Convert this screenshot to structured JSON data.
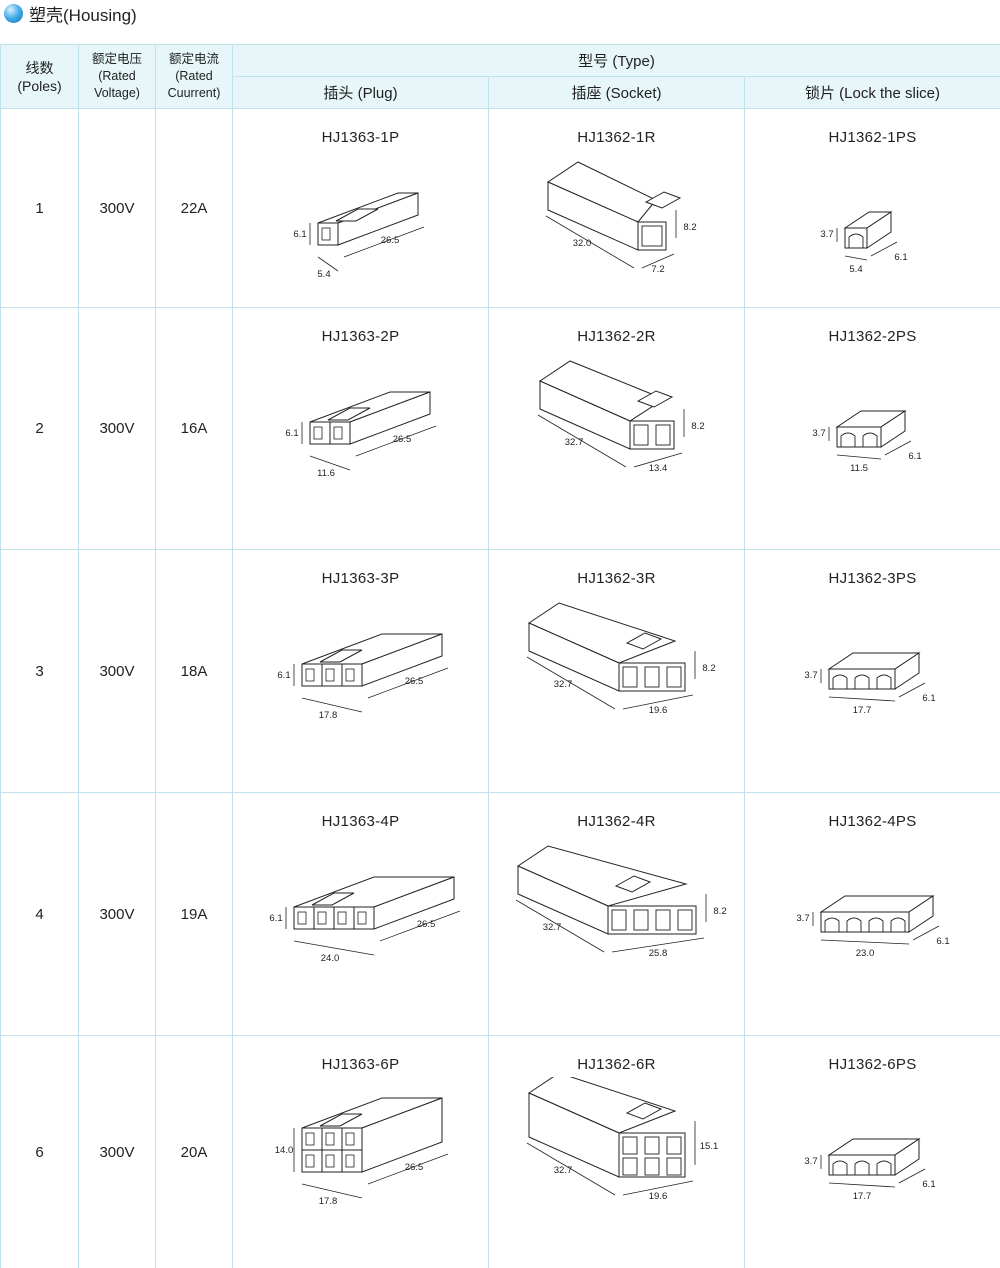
{
  "title": "塑壳(Housing)",
  "headers": {
    "poles": [
      "线数",
      "(Poles)"
    ],
    "voltage": [
      "额定电压",
      "(Rated",
      "Voltage)"
    ],
    "current": [
      "额定电流",
      "(Rated",
      "Cuurrent)"
    ],
    "type": "型号 (Type)",
    "plug": "插头 (Plug)",
    "socket": "插座 (Socket)",
    "lock": "锁片 (Lock the slice)"
  },
  "rows": [
    {
      "poles": "1",
      "voltage": "300V",
      "current": "22A",
      "plug": {
        "model": "HJ1363-1P",
        "dims": [
          "6.1",
          "5.4",
          "26.5"
        ]
      },
      "socket": {
        "model": "HJ1362-1R",
        "dims": [
          "8.2",
          "32.0",
          "7.2"
        ]
      },
      "lock": {
        "model": "HJ1362-1PS",
        "dims": [
          "3.7",
          "5.4",
          "6.1"
        ]
      }
    },
    {
      "poles": "2",
      "voltage": "300V",
      "current": "16A",
      "plug": {
        "model": "HJ1363-2P",
        "dims": [
          "6.1",
          "11.6",
          "26.5"
        ]
      },
      "socket": {
        "model": "HJ1362-2R",
        "dims": [
          "8.2",
          "32.7",
          "13.4"
        ]
      },
      "lock": {
        "model": "HJ1362-2PS",
        "dims": [
          "3.7",
          "11.5",
          "6.1"
        ]
      }
    },
    {
      "poles": "3",
      "voltage": "300V",
      "current": "18A",
      "plug": {
        "model": "HJ1363-3P",
        "dims": [
          "6.1",
          "17.8",
          "26.5"
        ]
      },
      "socket": {
        "model": "HJ1362-3R",
        "dims": [
          "8.2",
          "32.7",
          "19.6"
        ]
      },
      "lock": {
        "model": "HJ1362-3PS",
        "dims": [
          "3.7",
          "17.7",
          "6.1"
        ]
      }
    },
    {
      "poles": "4",
      "voltage": "300V",
      "current": "19A",
      "plug": {
        "model": "HJ1363-4P",
        "dims": [
          "6.1",
          "24.0",
          "26.5"
        ]
      },
      "socket": {
        "model": "HJ1362-4R",
        "dims": [
          "8.2",
          "32.7",
          "25.8"
        ]
      },
      "lock": {
        "model": "HJ1362-4PS",
        "dims": [
          "3.7",
          "23.0",
          "6.1"
        ]
      }
    },
    {
      "poles": "6",
      "voltage": "300V",
      "current": "20A",
      "plug": {
        "model": "HJ1363-6P",
        "dims": [
          "14.0",
          "17.8",
          "26.5"
        ]
      },
      "socket": {
        "model": "HJ1362-6R",
        "dims": [
          "15.1",
          "32.7",
          "19.6"
        ]
      },
      "lock": {
        "model": "HJ1362-6PS",
        "dims": [
          "3.7",
          "17.7",
          "6.1"
        ]
      }
    }
  ],
  "colors": {
    "grid": "#bfe3ea",
    "header_bg": "#e6f6f9",
    "bullet": "#2a8fd6"
  },
  "icons": {
    "title_bullet": "blue-sphere-icon"
  }
}
